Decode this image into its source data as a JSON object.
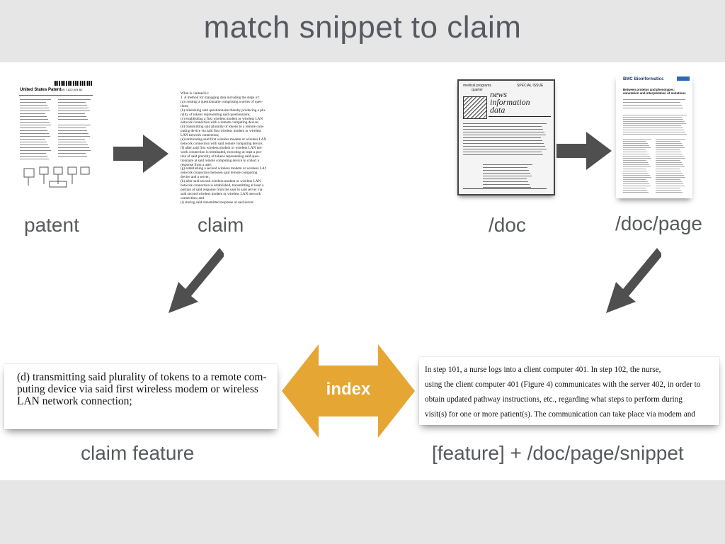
{
  "title": "match snippet to claim",
  "labels": {
    "patent": "patent",
    "claim": "claim",
    "doc": "/doc",
    "doc_page": "/doc/page",
    "claim_feature": "claim feature",
    "feature_snippet": "[feature] + /doc/page/snippet"
  },
  "index_label": "index",
  "claim_thumb": {
    "heading": "What is claimed is:",
    "lines": [
      "1. A method for managing data including the steps of:",
      "(a) creating a questionnaire comprising a series of ques-",
      "tions;",
      "(b) tokenizing said questionnaire thereby producing a plu-",
      "rality of tokens representing said questionnaire;",
      "(c) establishing a first wireless modem or wireless LAN",
      "network connection with a remote computing device;",
      "(d) transmitting said plurality of tokens to a remote com-",
      "puting device via said first wireless modem or wireless",
      "LAN network connection;",
      "(e) terminating said first wireless modem or wireless LAN",
      "network connection with said remote computing device;",
      "(f) after said first wireless modem or wireless LAN net-",
      "work connection is terminated, executing at least a por-",
      "tion of said plurality of tokens representing said ques-",
      "tionnaire at said remote computing device to collect a",
      "response from a user;",
      "(g) establishing a second wireless modem or wireless LAN",
      "network connection between said remote computing",
      "device and a server;",
      "(h) after said second wireless modem or wireless LAN",
      "network connection is established, transmitting at least a",
      "portion of said response from the user to said server via",
      "said second wireless modem or wireless LAN network",
      "connection; and",
      "(i) storing said transmitted response at said server."
    ]
  },
  "claim_snippet": {
    "lines": [
      "(d) transmitting said plurality of tokens to a remote com-",
      "puting device via said first wireless modem or wireless",
      "LAN network connection;"
    ]
  },
  "doc_snippet": {
    "lines": [
      "In step 101, a nurse logs into a client computer 401.  In step 102, the nurse,",
      "using the client computer 401 (Figure 4) communicates with the server 402, in order to",
      "obtain updated pathway instructions, etc., regarding what steps to perform during",
      "visit(s) for one or more patient(s).  The communication can take place via modem and"
    ]
  },
  "patent_thumb": {
    "header": "United States Patent",
    "patent_no": "US 7,822,004 B2"
  },
  "newsletter_thumb": {
    "brand": "medical programs quarter",
    "title_lines": [
      "news",
      "information",
      "data"
    ],
    "tag": "SPECIAL ISSUE"
  },
  "paper_thumb": {
    "journal": "BMC Bioinformatics",
    "title": "Between proteins and phenotypes: annotation and interpretation of mutations"
  },
  "colors": {
    "arrow": "#4f4f4f",
    "index_arrow": "#e6a634",
    "band": "#e6e6e6",
    "label_text": "#56595d"
  }
}
